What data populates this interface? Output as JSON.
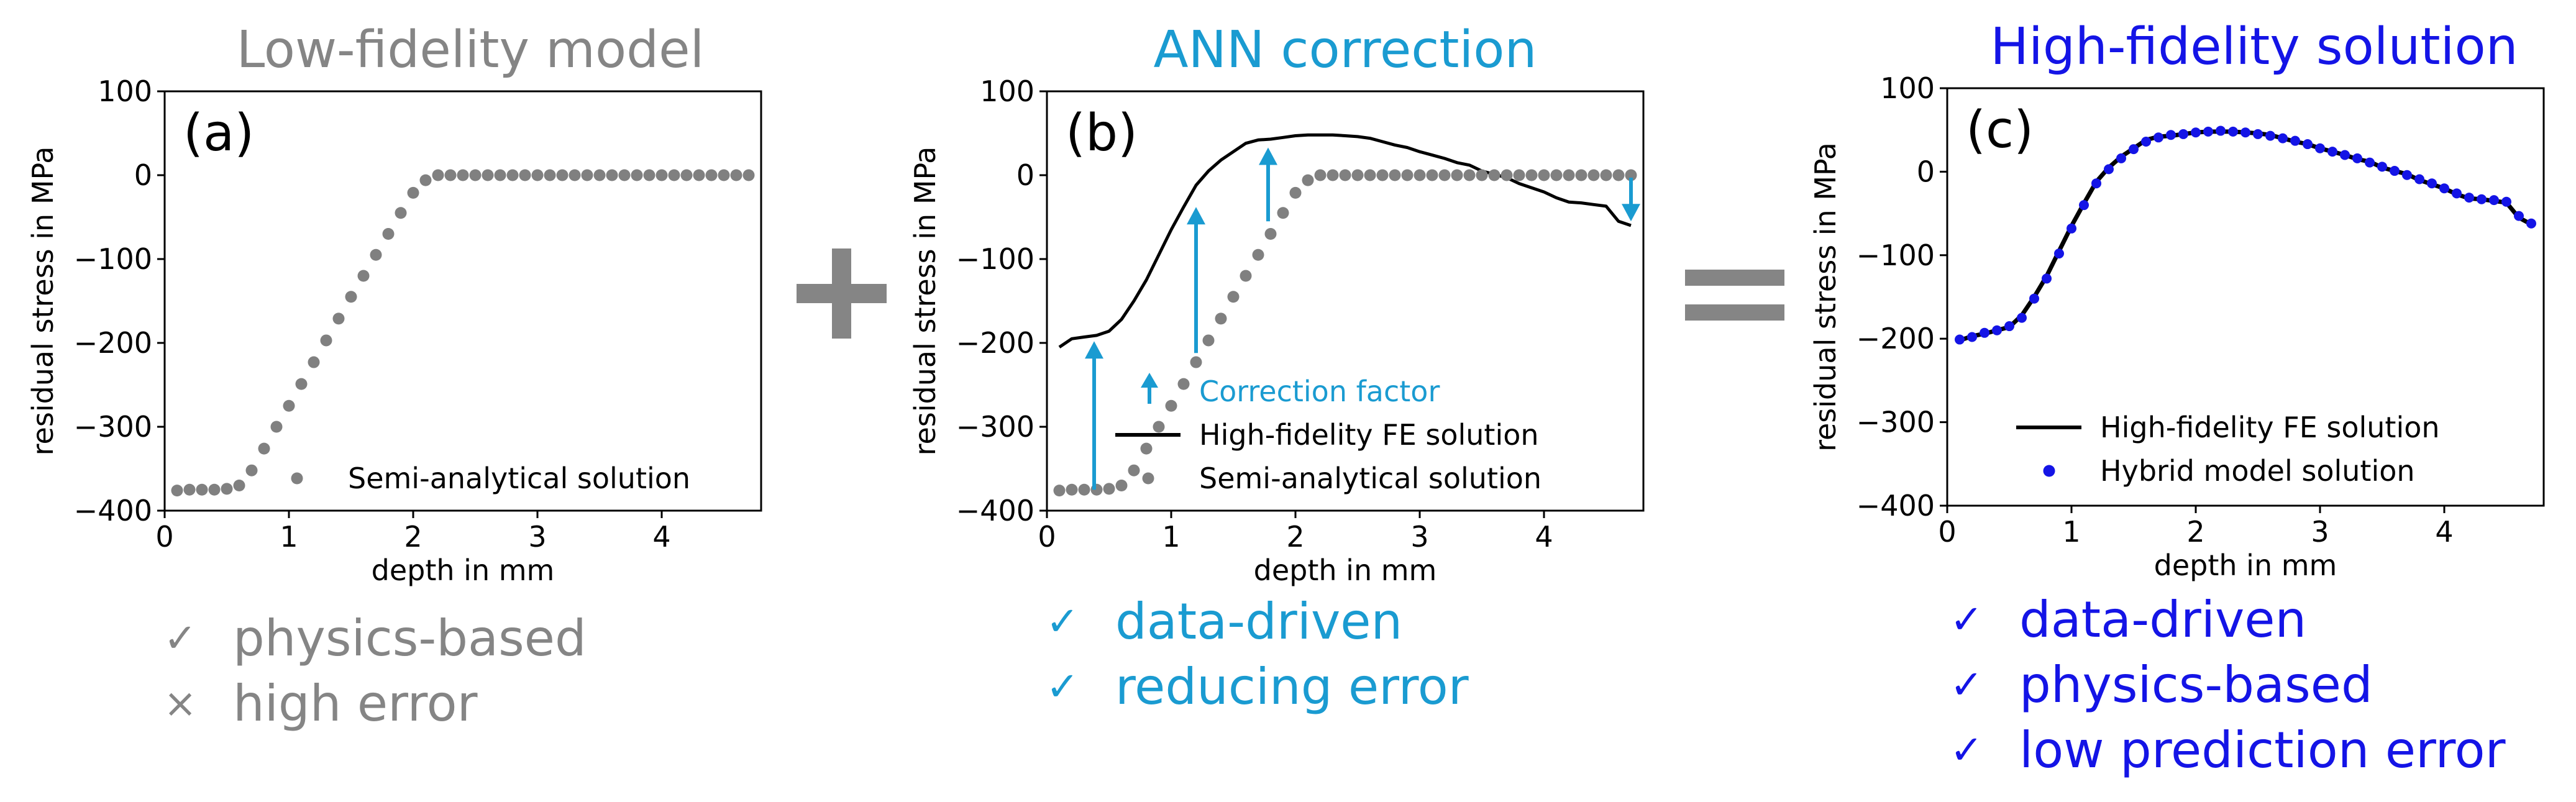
{
  "colors": {
    "gray": "#858585",
    "teal": "#1a9bd1",
    "blue": "#1414e6",
    "black": "#000000"
  },
  "operators": {
    "plus": "+",
    "equals": "="
  },
  "panels": [
    {
      "id": "a",
      "header": "Low-fidelity model",
      "header_color": "gray",
      "checklist": [
        {
          "mark": "✓",
          "text": "physics-based"
        },
        {
          "mark": "×",
          "text": "high error"
        }
      ]
    },
    {
      "id": "b",
      "header": "ANN correction",
      "header_color": "teal",
      "checklist": [
        {
          "mark": "✓",
          "text": "data-driven"
        },
        {
          "mark": "✓",
          "text": "reducing error"
        }
      ]
    },
    {
      "id": "c",
      "header": "High-fidelity solution",
      "header_color": "blue",
      "checklist": [
        {
          "mark": "✓",
          "text": "data-driven"
        },
        {
          "mark": "✓",
          "text": "physics-based"
        },
        {
          "mark": "✓",
          "text": "low prediction error"
        }
      ]
    }
  ],
  "chart_data": [
    {
      "type": "scatter",
      "panel_label": "(a)",
      "xlabel": "depth in mm",
      "ylabel": "residual stress in MPa",
      "xlim": [
        0,
        4.8
      ],
      "ylim": [
        -400,
        100
      ],
      "xticks": [
        0,
        1,
        2,
        3,
        4
      ],
      "yticks": [
        100,
        0,
        -100,
        -200,
        -300,
        -400
      ],
      "ytick_labels": [
        "100",
        "0",
        "−100",
        "−200",
        "−300",
        "−400"
      ],
      "legend_position": "lower-right",
      "series": [
        {
          "name": "Semi-analytical solution",
          "kind": "points",
          "color": "#808080",
          "x": [
            0.1,
            0.2,
            0.3,
            0.4,
            0.5,
            0.6,
            0.7,
            0.8,
            0.9,
            1.0,
            1.1,
            1.2,
            1.3,
            1.4,
            1.5,
            1.6,
            1.7,
            1.8,
            1.9,
            2.0,
            2.1,
            2.2,
            2.3,
            2.4,
            2.5,
            2.6,
            2.7,
            2.8,
            2.9,
            3.0,
            3.1,
            3.2,
            3.3,
            3.4,
            3.5,
            3.6,
            3.7,
            3.8,
            3.9,
            4.0,
            4.1,
            4.2,
            4.3,
            4.4,
            4.5,
            4.6,
            4.7
          ],
          "y": [
            -376,
            -375,
            -375,
            -375,
            -374,
            -370,
            -352,
            -326,
            -300,
            -275,
            -249,
            -223,
            -197,
            -171,
            -145,
            -120,
            -95,
            -70,
            -45,
            -21,
            -6,
            0,
            0,
            0,
            0,
            0,
            0,
            0,
            0,
            0,
            0,
            0,
            0,
            0,
            0,
            0,
            0,
            0,
            0,
            0,
            0,
            0,
            0,
            0,
            0,
            0,
            0
          ]
        }
      ]
    },
    {
      "type": "line",
      "panel_label": "(b)",
      "xlabel": "depth in mm",
      "ylabel": "residual stress in MPa",
      "xlim": [
        0,
        4.8
      ],
      "ylim": [
        -400,
        100
      ],
      "xticks": [
        0,
        1,
        2,
        3,
        4
      ],
      "yticks": [
        100,
        0,
        -100,
        -200,
        -300,
        -400
      ],
      "ytick_labels": [
        "100",
        "0",
        "−100",
        "−200",
        "−300",
        "−400"
      ],
      "legend_position": "lower-right",
      "series": [
        {
          "name": "High-fidelity FE solution",
          "kind": "line",
          "color": "#000000",
          "x": [
            0.1,
            0.2,
            0.3,
            0.4,
            0.5,
            0.6,
            0.7,
            0.8,
            0.9,
            1.0,
            1.1,
            1.2,
            1.3,
            1.4,
            1.5,
            1.6,
            1.7,
            1.8,
            1.9,
            2.0,
            2.1,
            2.2,
            2.3,
            2.4,
            2.5,
            2.6,
            2.7,
            2.8,
            2.9,
            3.0,
            3.1,
            3.2,
            3.3,
            3.4,
            3.5,
            3.6,
            3.7,
            3.8,
            3.9,
            4.0,
            4.1,
            4.2,
            4.3,
            4.4,
            4.5,
            4.6,
            4.7
          ],
          "y": [
            -205,
            -195,
            -193,
            -191,
            -186,
            -172,
            -150,
            -125,
            -95,
            -65,
            -38,
            -12,
            5,
            18,
            28,
            38,
            42,
            43,
            45,
            47,
            48,
            48,
            48,
            47,
            46,
            44,
            40,
            36,
            33,
            28,
            24,
            20,
            15,
            12,
            5,
            1,
            -3,
            -10,
            -15,
            -20,
            -27,
            -32,
            -33,
            -35,
            -37,
            -55,
            -60
          ]
        },
        {
          "name": "Semi-analytical solution",
          "kind": "points",
          "color": "#808080",
          "x": [
            0.1,
            0.2,
            0.3,
            0.4,
            0.5,
            0.6,
            0.7,
            0.8,
            0.9,
            1.0,
            1.1,
            1.2,
            1.3,
            1.4,
            1.5,
            1.6,
            1.7,
            1.8,
            1.9,
            2.0,
            2.1,
            2.2,
            2.3,
            2.4,
            2.5,
            2.6,
            2.7,
            2.8,
            2.9,
            3.0,
            3.1,
            3.2,
            3.3,
            3.4,
            3.5,
            3.6,
            3.7,
            3.8,
            3.9,
            4.0,
            4.1,
            4.2,
            4.3,
            4.4,
            4.5,
            4.6,
            4.7
          ],
          "y": [
            -376,
            -375,
            -375,
            -375,
            -374,
            -370,
            -352,
            -326,
            -300,
            -275,
            -249,
            -223,
            -197,
            -171,
            -145,
            -120,
            -95,
            -70,
            -45,
            -21,
            -6,
            0,
            0,
            0,
            0,
            0,
            0,
            0,
            0,
            0,
            0,
            0,
            0,
            0,
            0,
            0,
            0,
            0,
            0,
            0,
            0,
            0,
            0,
            0,
            0,
            0,
            0
          ]
        }
      ],
      "correction_arrows": {
        "name": "Correction factor",
        "color": "#1a9bd1",
        "x": [
          0.38,
          1.2,
          1.78,
          4.7
        ],
        "y_from": [
          -375,
          -212,
          -55,
          -3
        ],
        "y_to": [
          -198,
          -38,
          33,
          -55
        ]
      }
    },
    {
      "type": "line",
      "panel_label": "(c)",
      "xlabel": "depth in mm",
      "ylabel": "residual stress in MPa",
      "xlim": [
        0,
        4.8
      ],
      "ylim": [
        -400,
        100
      ],
      "xticks": [
        0,
        1,
        2,
        3,
        4
      ],
      "yticks": [
        100,
        0,
        -100,
        -200,
        -300,
        -400
      ],
      "ytick_labels": [
        "100",
        "0",
        "−100",
        "−200",
        "−300",
        "−400"
      ],
      "legend_position": "lower-right",
      "series": [
        {
          "name": "High-fidelity FE solution",
          "kind": "line",
          "color": "#000000",
          "x": [
            0.1,
            0.2,
            0.3,
            0.4,
            0.5,
            0.6,
            0.7,
            0.8,
            0.9,
            1.0,
            1.1,
            1.2,
            1.3,
            1.4,
            1.5,
            1.6,
            1.7,
            1.8,
            1.9,
            2.0,
            2.1,
            2.2,
            2.3,
            2.4,
            2.5,
            2.6,
            2.7,
            2.8,
            2.9,
            3.0,
            3.1,
            3.2,
            3.3,
            3.4,
            3.5,
            3.6,
            3.7,
            3.8,
            3.9,
            4.0,
            4.1,
            4.2,
            4.3,
            4.4,
            4.5,
            4.6,
            4.7
          ],
          "y": [
            -202,
            -197,
            -194,
            -190,
            -186,
            -172,
            -150,
            -125,
            -95,
            -65,
            -38,
            -12,
            5,
            18,
            28,
            38,
            42,
            43,
            45,
            47,
            48,
            48,
            48,
            47,
            46,
            44,
            40,
            36,
            33,
            28,
            24,
            20,
            15,
            12,
            5,
            1,
            -3,
            -10,
            -15,
            -20,
            -27,
            -32,
            -33,
            -35,
            -37,
            -55,
            -63
          ]
        },
        {
          "name": "Hybrid model solution",
          "kind": "points",
          "color": "#1414e6",
          "x": [
            0.1,
            0.2,
            0.3,
            0.4,
            0.5,
            0.6,
            0.7,
            0.8,
            0.9,
            1.0,
            1.1,
            1.2,
            1.3,
            1.4,
            1.5,
            1.6,
            1.7,
            1.8,
            1.9,
            2.0,
            2.1,
            2.2,
            2.3,
            2.4,
            2.5,
            2.6,
            2.7,
            2.8,
            2.9,
            3.0,
            3.1,
            3.2,
            3.3,
            3.4,
            3.5,
            3.6,
            3.7,
            3.8,
            3.9,
            4.0,
            4.1,
            4.2,
            4.3,
            4.4,
            4.5,
            4.6,
            4.7
          ],
          "y": [
            -201,
            -198,
            -193,
            -190,
            -185,
            -175,
            -152,
            -128,
            -98,
            -68,
            -40,
            -14,
            3,
            16,
            27,
            36,
            41,
            44,
            45,
            47,
            48,
            49,
            48,
            47,
            45,
            43,
            40,
            37,
            33,
            28,
            24,
            20,
            16,
            11,
            6,
            1,
            -4,
            -9,
            -14,
            -20,
            -26,
            -31,
            -33,
            -34,
            -36,
            -53,
            -62
          ]
        }
      ]
    }
  ]
}
